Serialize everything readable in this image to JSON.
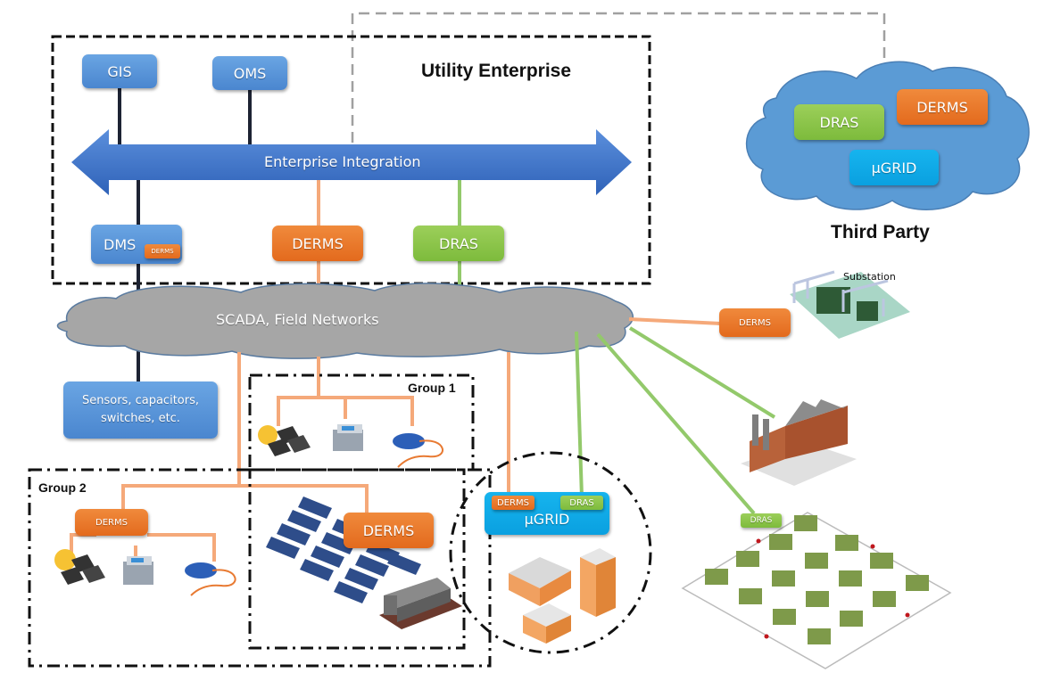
{
  "diagram": {
    "utility_enterprise": {
      "title": "Utility Enterprise",
      "systems": [
        "GIS",
        "OMS"
      ],
      "integration_bus": "Enterprise Integration",
      "lower_systems": {
        "dms": "DMS",
        "dms_badge": "DERMS",
        "derms": "DERMS",
        "dras": "DRAS"
      }
    },
    "third_party": {
      "title": "Third Party",
      "systems": {
        "dras": "DRAS",
        "derms": "DERMS",
        "ugrid": "µGRID"
      }
    },
    "network": {
      "label": "SCADA, Field Networks"
    },
    "field_devices": {
      "label": "Sensors, capacitors, switches, etc.",
      "line1": "Sensors, capacitors,",
      "line2": "switches, etc."
    },
    "group1": {
      "title": "Group 1"
    },
    "group2": {
      "title": "Group 2",
      "derms": "DERMS"
    },
    "solar_farm": {
      "derms": "DERMS"
    },
    "microgrid": {
      "title": "µGRID",
      "derms": "DERMS",
      "dras": "DRAS"
    },
    "substation": {
      "title": "Substation",
      "derms": "DERMS"
    },
    "neighborhood": {
      "dras": "DRAS"
    },
    "colors": {
      "enterprise_blue": "#4a86cf",
      "derms_orange": "#e36a1d",
      "dras_green": "#7dbb3c",
      "ugrid_cyan": "#0aa0e0",
      "scada_gray": "#a6a6a6",
      "derms_link": "#f5a97a",
      "dras_link": "#93c96b"
    }
  }
}
